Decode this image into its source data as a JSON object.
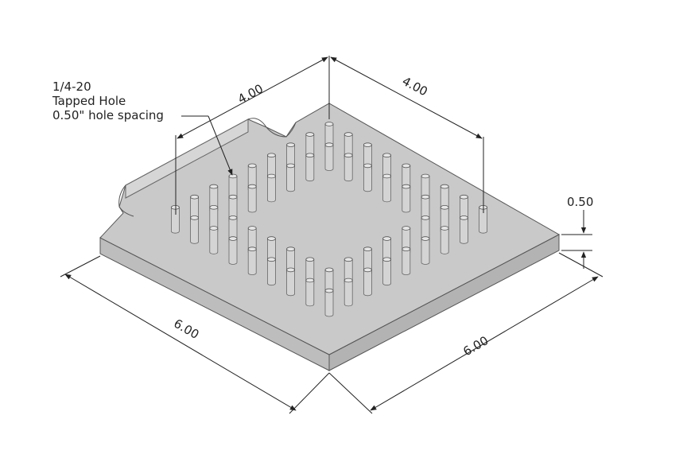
{
  "dimensions": {
    "top_left": "4.00",
    "top_right": "4.00",
    "bottom_left": "6.00",
    "bottom_right": "6.00",
    "thickness": "0.50"
  },
  "callout": {
    "line1": "1/4-20",
    "line2": "Tapped Hole",
    "line3": "0.50\" hole spacing"
  },
  "colors": {
    "top_face": "#c9c9c9",
    "side_face": "#bdbdbd",
    "edge": "#555555",
    "dim_line": "#222222"
  }
}
